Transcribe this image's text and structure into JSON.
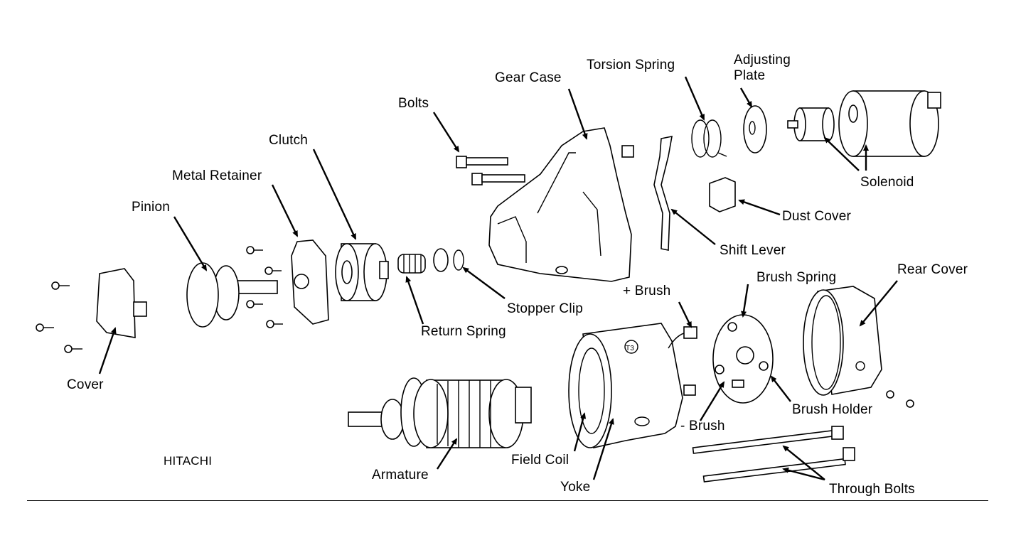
{
  "diagram": {
    "manufacturer": "HITACHI",
    "title": "Starter motor exploded view",
    "labels": {
      "cover": "Cover",
      "pinion": "Pinion",
      "metal_retainer": "Metal Retainer",
      "clutch": "Clutch",
      "bolts": "Bolts",
      "gear_case": "Gear Case",
      "torsion_spring": "Torsion Spring",
      "adjusting_plate_1": "Adjusting",
      "adjusting_plate_2": "Plate",
      "solenoid": "Solenoid",
      "dust_cover": "Dust Cover",
      "shift_lever": "Shift Lever",
      "stopper_clip": "Stopper Clip",
      "return_spring": "Return Spring",
      "plus_brush": "+ Brush",
      "brush_spring": "Brush Spring",
      "rear_cover": "Rear Cover",
      "brush_holder": "Brush Holder",
      "minus_brush": "- Brush",
      "field_coil": "Field Coil",
      "yoke": "Yoke",
      "armature": "Armature",
      "through_bolts": "Through Bolts"
    },
    "yoke_marking": "T3"
  }
}
